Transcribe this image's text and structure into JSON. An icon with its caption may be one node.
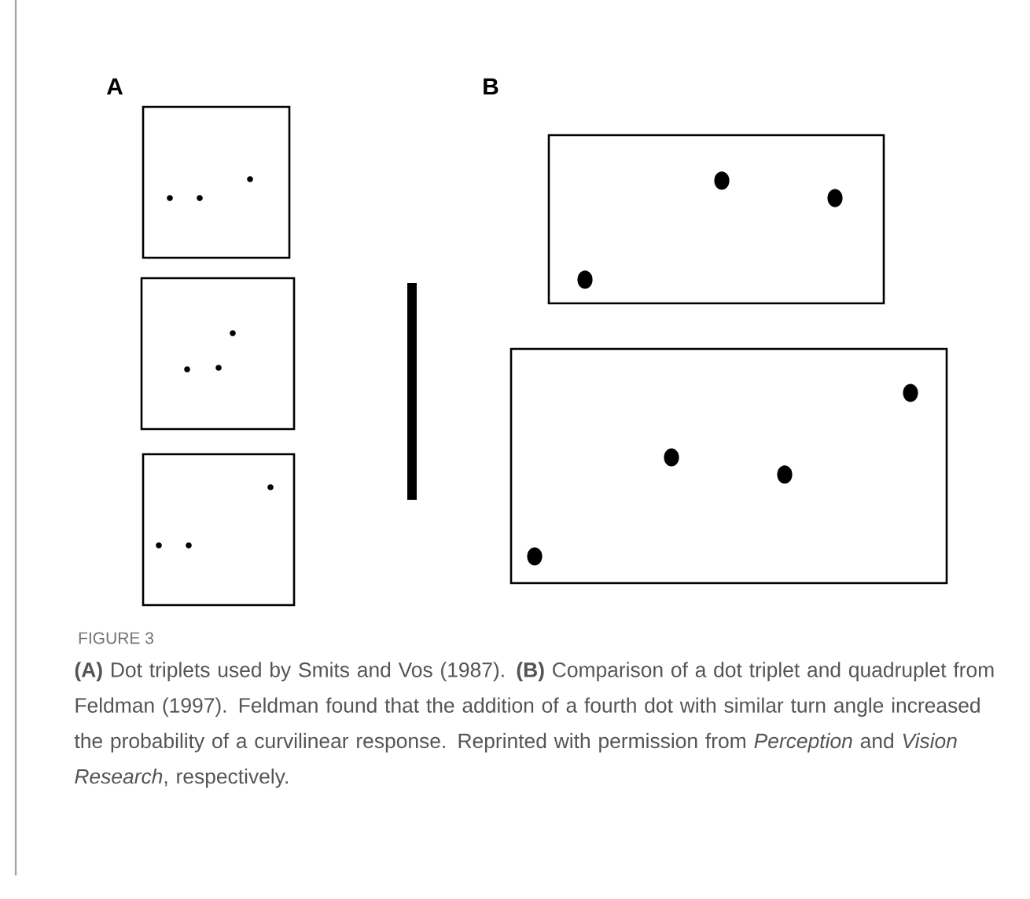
{
  "diagram": {
    "caption": "**(A)** Dot triplets used by Smits and Vos (1987). **(B)** Comparison of a dot triplet and quadruplet from Feldman (1997). Feldman found that the addition of a fourth dot with similar turn angle increased the probability of a curvilinear response. Reprinted with permission from *Perception* and *Vision Research*, respectively.",
    "labels": [
      "A",
      "B",
      "FIGURE 3"
    ]
  }
}
